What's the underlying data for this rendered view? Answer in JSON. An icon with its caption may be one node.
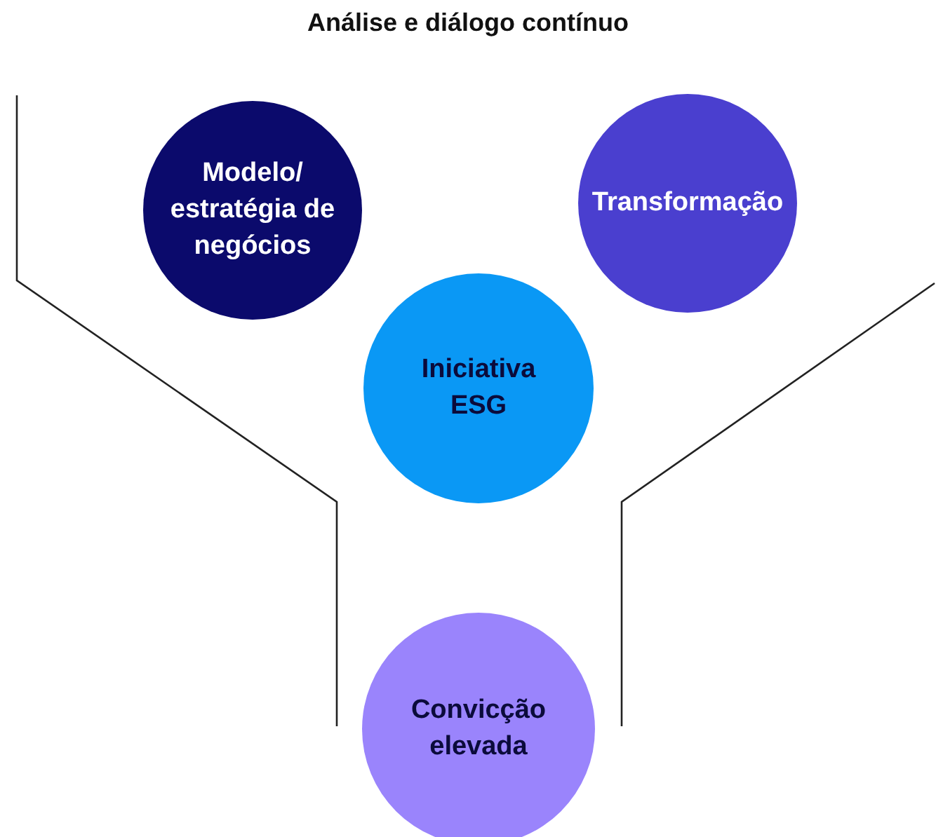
{
  "diagram": {
    "title": "Análise e diálogo contínuo",
    "nodes": [
      {
        "text": [
          "Modelo/ estratégia de negócios"
        ]
      },
      {
        "text": [
          "Transformação"
        ]
      },
      {
        "text": [
          "Iniciativa ESG"
        ]
      },
      {
        "text": [
          "Convicção elevada"
        ]
      }
    ]
  }
}
